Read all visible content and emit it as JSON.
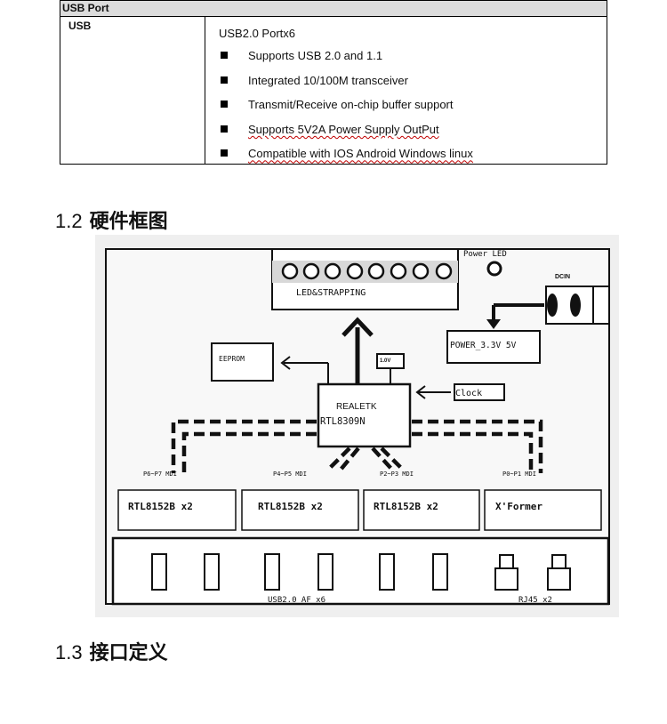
{
  "spec_table": {
    "header": "USB Port",
    "label": "USB",
    "title": "USB2.0 Portx6",
    "items": [
      "Supports USB 2.0 and 1.1",
      "Integrated 10/100M transceiver",
      "Transmit/Receive on-chip buffer support",
      "Supports 5V2A Power Supply OutPut",
      "Compatible with IOS Android Windows linux"
    ]
  },
  "section_2": {
    "number": "1.2",
    "title": "硬件框图"
  },
  "section_3": {
    "number": "1.3",
    "title": "接口定义"
  },
  "diagram": {
    "power_led": "Power LED",
    "led_strapping": "LED&STRAPPING",
    "dcin": "DCIN",
    "power_box": "POWER_3.3V 5V",
    "eeprom": "EEPROM",
    "v1": "1.0V",
    "clock": "Clock",
    "chip_line1": "REALETK",
    "chip_line2": "RTL8309N",
    "mdi_labels": [
      "P6~P7 MDI",
      "P4~P5 MDI",
      "P2~P3 MDI",
      "P0~P1 MDI"
    ],
    "modules": [
      "RTL8152B x2",
      "RTL8152B x2",
      "RTL8152B x2",
      "X'Former"
    ],
    "usb_label": "USB2.0 AF x6",
    "rj45_label": "RJ45 x2"
  }
}
